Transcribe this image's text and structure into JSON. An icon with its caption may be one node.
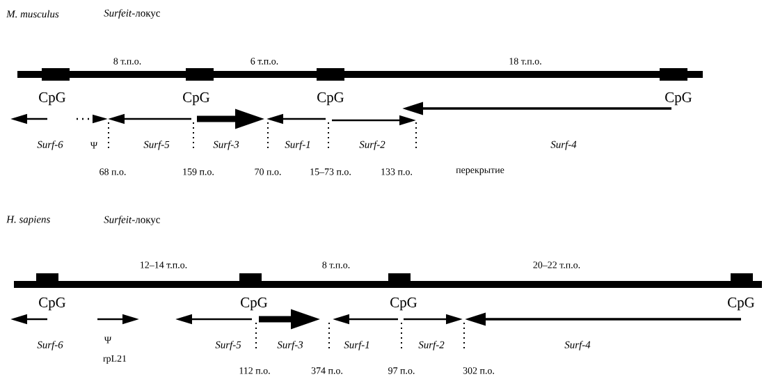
{
  "diagram": {
    "labels": [
      "M. musculus",
      "*Surfeit*-локус",
      "8 т.п.о.",
      "6 т.п.о.",
      "18 т.п.о.",
      "CpG",
      "CpG",
      "CpG",
      "CpG",
      "Surf-6",
      "Ψ",
      "Surf-5",
      "Surf-3",
      "Surf-1",
      "Surf-2",
      "Surf-4",
      "68 п.о.",
      "159 п.о.",
      "70 п.о.",
      "15–73 п.о.",
      "133 п.о.",
      "перекрытие",
      "H. sapiens",
      "*Surfeit*-локус",
      "12–14 т.п.о.",
      "8 т.п.о.",
      "20–22 т.п.о.",
      "CpG",
      "CpG",
      "CpG",
      "CpG",
      "Surf-6",
      "Ψ",
      "rpL21",
      "Surf-5",
      "Surf-3",
      "Surf-1",
      "Surf-2",
      "Surf-4",
      "112 п.о.",
      "374 п.о.",
      "97 п.о.",
      "302 п.о."
    ]
  }
}
